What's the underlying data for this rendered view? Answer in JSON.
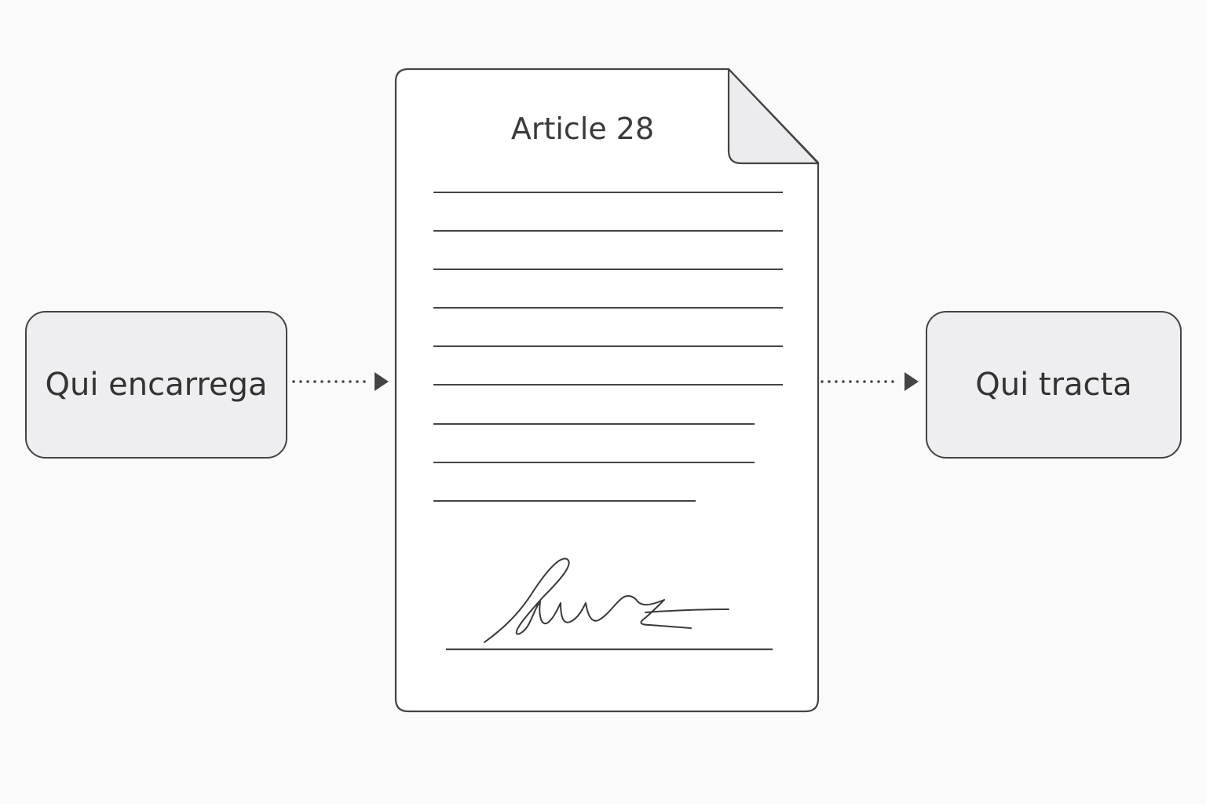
{
  "diagram": {
    "source_node": {
      "label": "Qui encarrega"
    },
    "document": {
      "title": "Article 28",
      "icon": "signed-document-icon",
      "text_line_count": 9,
      "signature": "handwritten-signature"
    },
    "target_node": {
      "label": "Qui tracta"
    },
    "connectors": [
      {
        "from": "source_node",
        "to": "document",
        "style": "dotted",
        "head": "arrow"
      },
      {
        "from": "document",
        "to": "target_node",
        "style": "dotted",
        "head": "arrow"
      }
    ]
  },
  "colors": {
    "background": "#fafafa",
    "node_fill": "#eeeef0",
    "stroke": "#444444",
    "text": "#333333",
    "fold_fill": "#ececee"
  }
}
